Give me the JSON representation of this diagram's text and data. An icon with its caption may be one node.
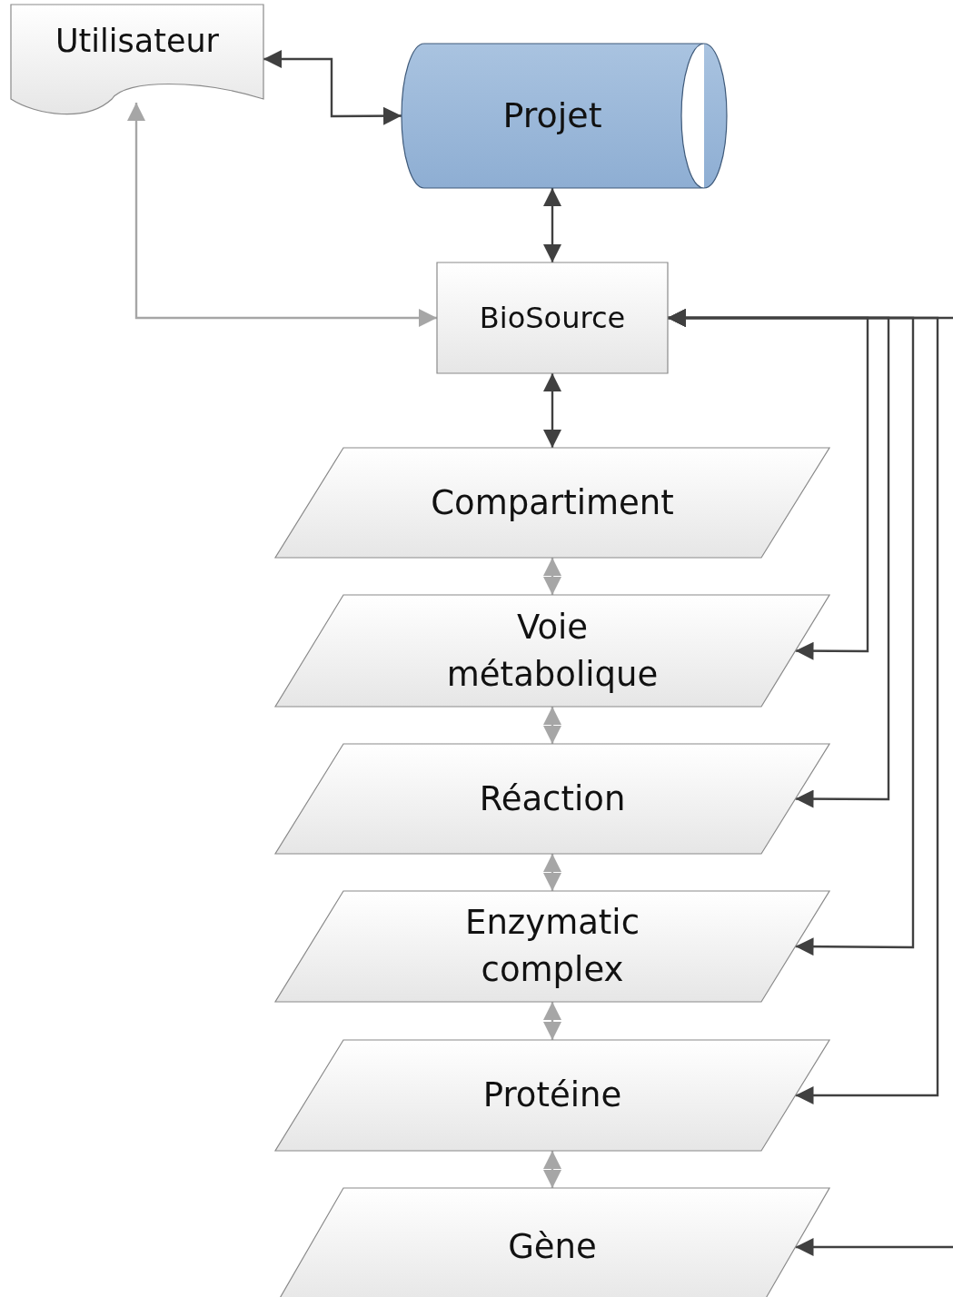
{
  "diagram": {
    "nodes": [
      {
        "text": [
          "Utilisateur"
        ]
      },
      {
        "text": [
          "Projet"
        ]
      },
      {
        "text": [
          "BioSource"
        ]
      },
      {
        "text": [
          "Compartiment"
        ]
      },
      {
        "text": [
          "Voie métabolique"
        ]
      },
      {
        "text": [
          "Réaction"
        ]
      },
      {
        "text": [
          "Enzymatic complex"
        ]
      },
      {
        "text": [
          "Protéine"
        ]
      },
      {
        "text": [
          "Gène"
        ]
      }
    ],
    "edges": [
      {
        "from": 0,
        "to": 1,
        "arrow": "both"
      },
      {
        "from": 0,
        "to": 2,
        "arrow": "both",
        "color": "#a6a6a6"
      },
      {
        "from": 1,
        "to": 2,
        "arrow": "both"
      },
      {
        "from": 2,
        "to": 3,
        "arrow": "both"
      },
      {
        "from": 3,
        "to": 4,
        "arrow": "both",
        "color": "#a6a6a6"
      },
      {
        "from": 4,
        "to": 5,
        "arrow": "both",
        "color": "#a6a6a6"
      },
      {
        "from": 5,
        "to": 6,
        "arrow": "both",
        "color": "#a6a6a6"
      },
      {
        "from": 6,
        "to": 7,
        "arrow": "both",
        "color": "#a6a6a6"
      },
      {
        "from": 7,
        "to": 8,
        "arrow": "both",
        "color": "#a6a6a6"
      },
      {
        "from": null,
        "to": 2,
        "arrow": "to"
      },
      {
        "from": 2,
        "to": 4,
        "arrow": "both"
      },
      {
        "from": 2,
        "to": 5,
        "arrow": "both"
      },
      {
        "from": 2,
        "to": 6,
        "arrow": "both"
      },
      {
        "from": 2,
        "to": 7,
        "arrow": "both"
      },
      {
        "from": null,
        "to": 8,
        "arrow": "to"
      }
    ]
  }
}
